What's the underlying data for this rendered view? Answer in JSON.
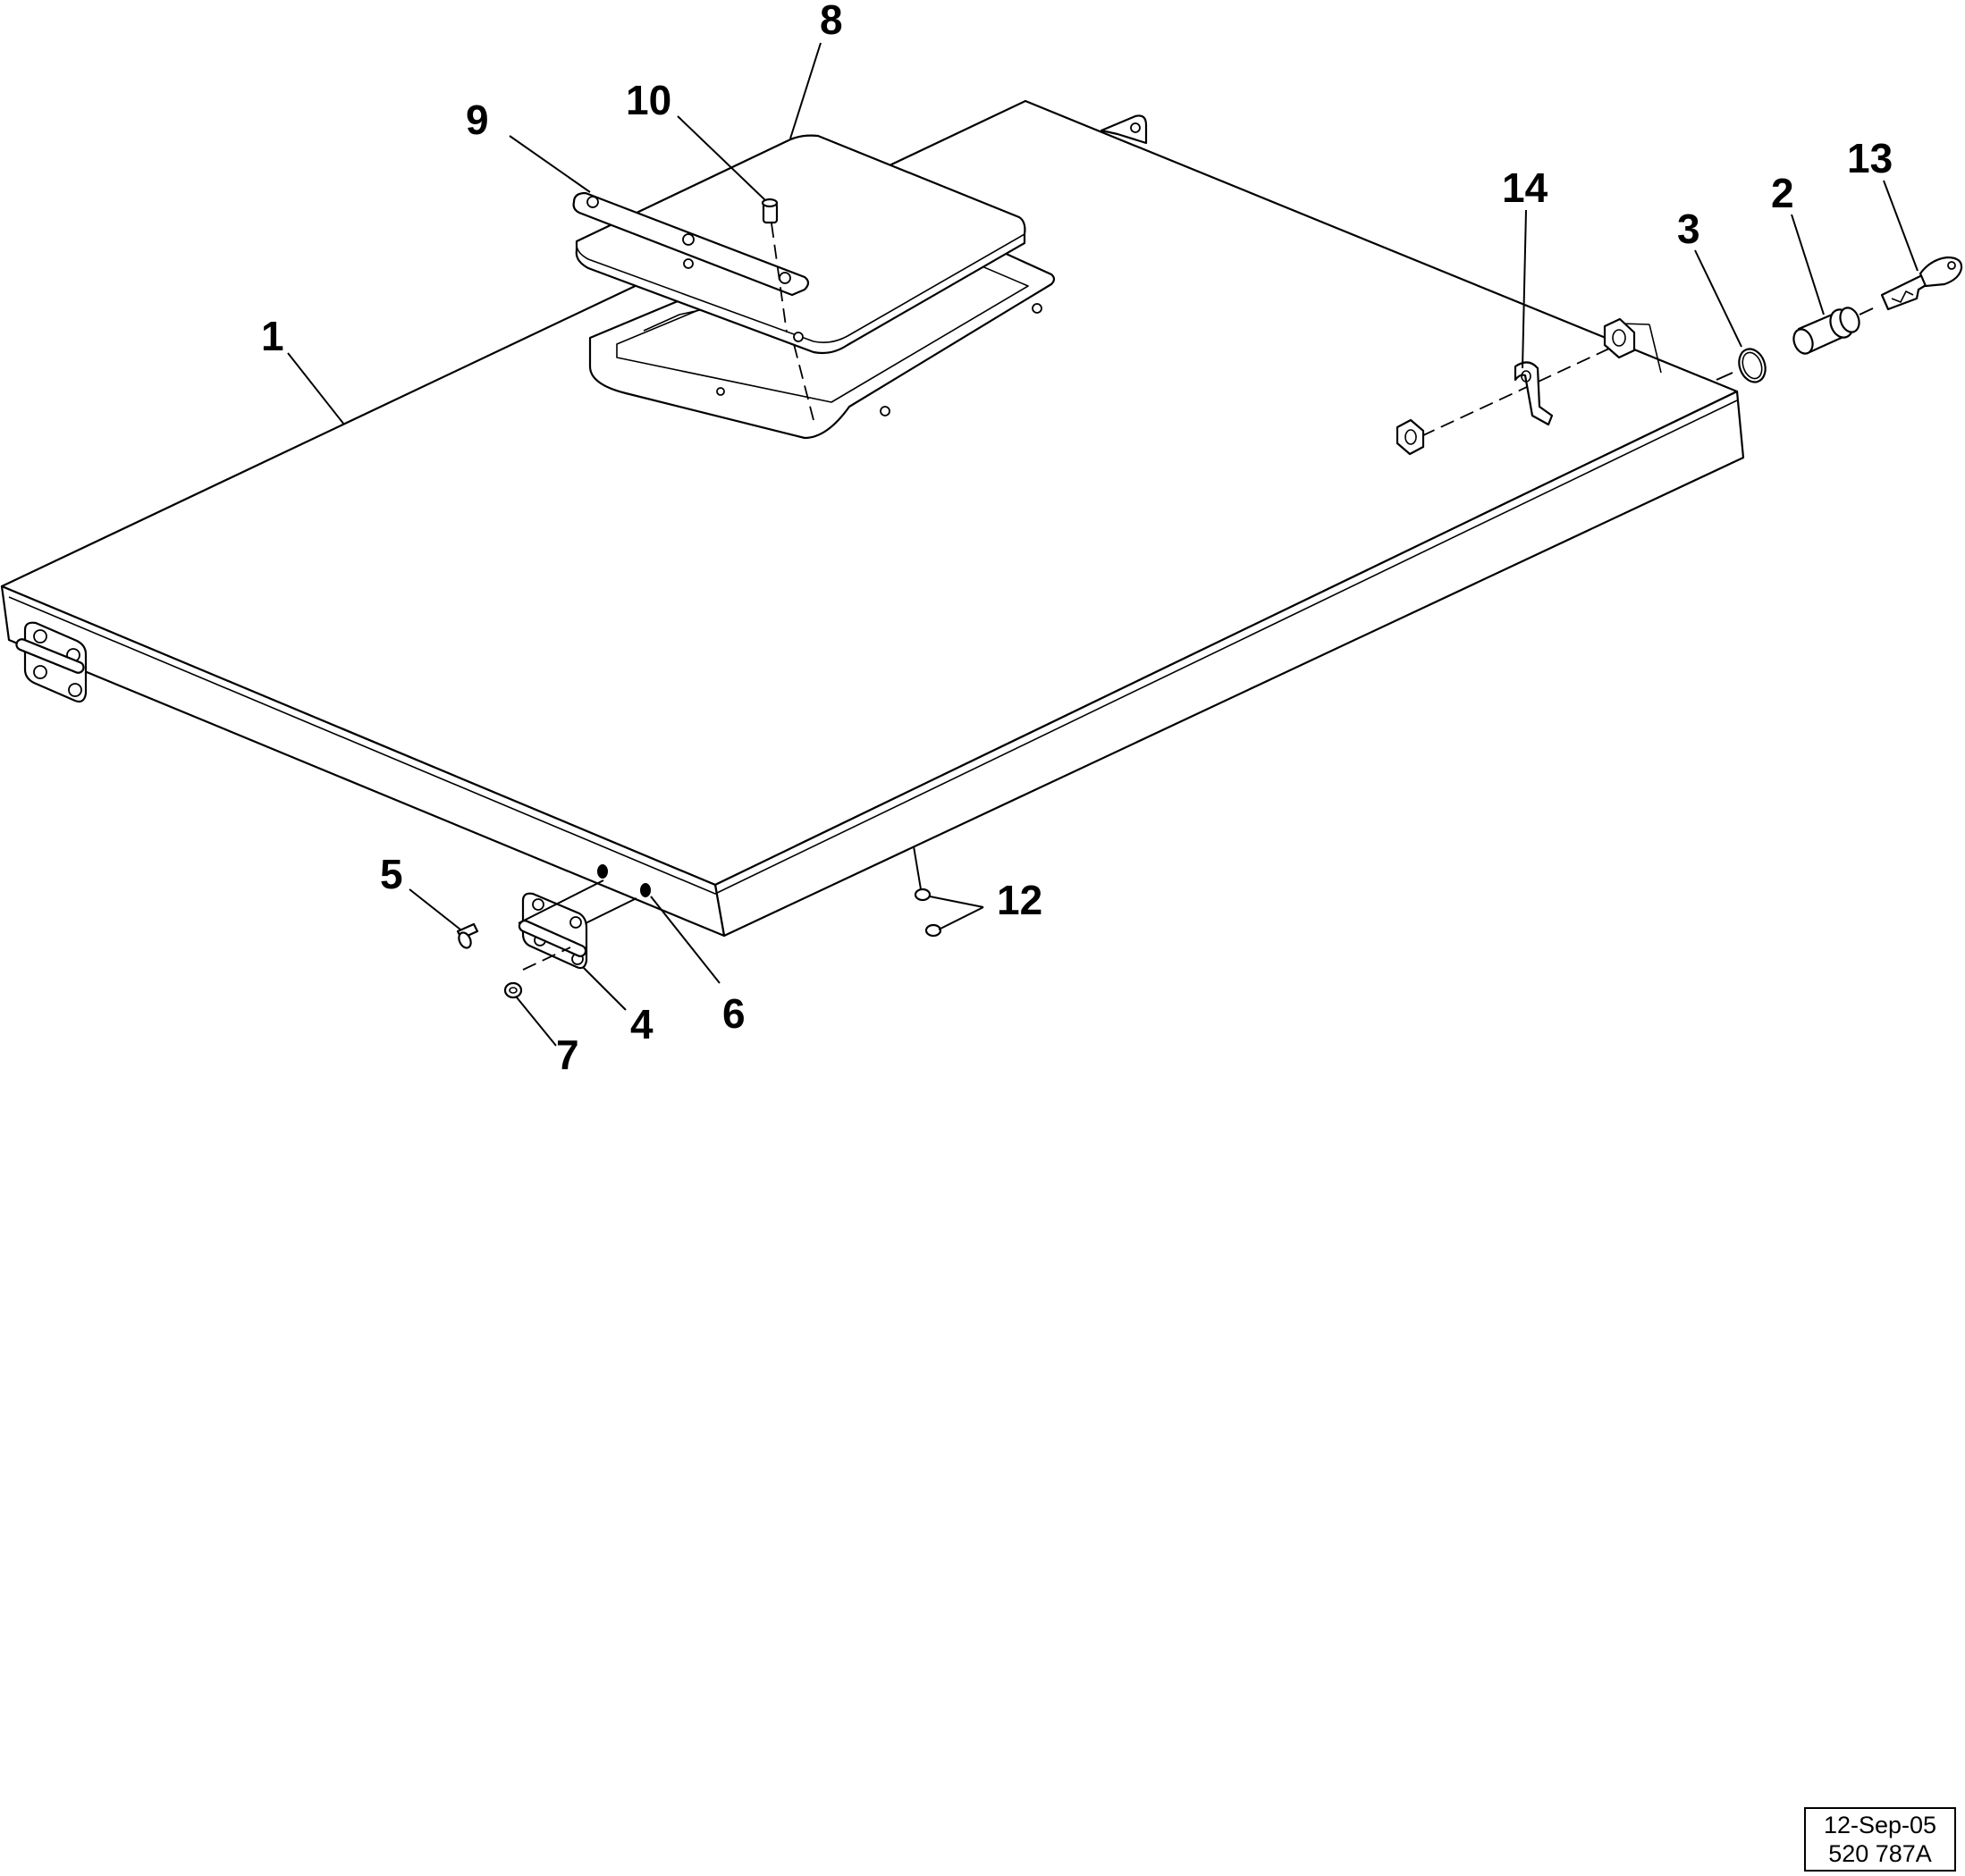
{
  "callouts": {
    "c1": "1",
    "c2": "2",
    "c3": "3",
    "c4": "4",
    "c5": "5",
    "c6": "6",
    "c7": "7",
    "c8": "8",
    "c9": "9",
    "c10": "10",
    "c12": "12",
    "c13": "13",
    "c14": "14"
  },
  "stamp": {
    "date": "12-Sep-05",
    "drawing_number": "520 787A"
  }
}
